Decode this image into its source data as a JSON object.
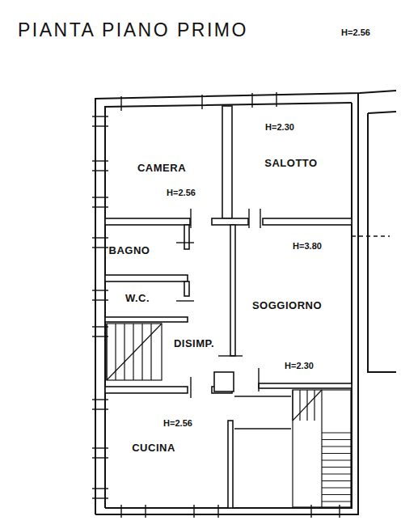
{
  "diagram": {
    "title": "PIANTA PIANO PRIMO",
    "nodes": [
      {
        "text": [
          "CAMERA",
          "H=2.56"
        ]
      },
      {
        "text": [
          "H=2.30",
          "SALOTTO"
        ]
      },
      {
        "text": [
          "BAGNO"
        ]
      },
      {
        "text": [
          "W.C."
        ]
      },
      {
        "text": [
          "H=3.80",
          "SOGGIORNO",
          "H=2.30"
        ]
      },
      {
        "text": [
          "DISIMP."
        ]
      },
      {
        "text": [
          "H=2.56",
          "CUCINA"
        ]
      }
    ],
    "labels": [
      "H=2.56"
    ]
  }
}
